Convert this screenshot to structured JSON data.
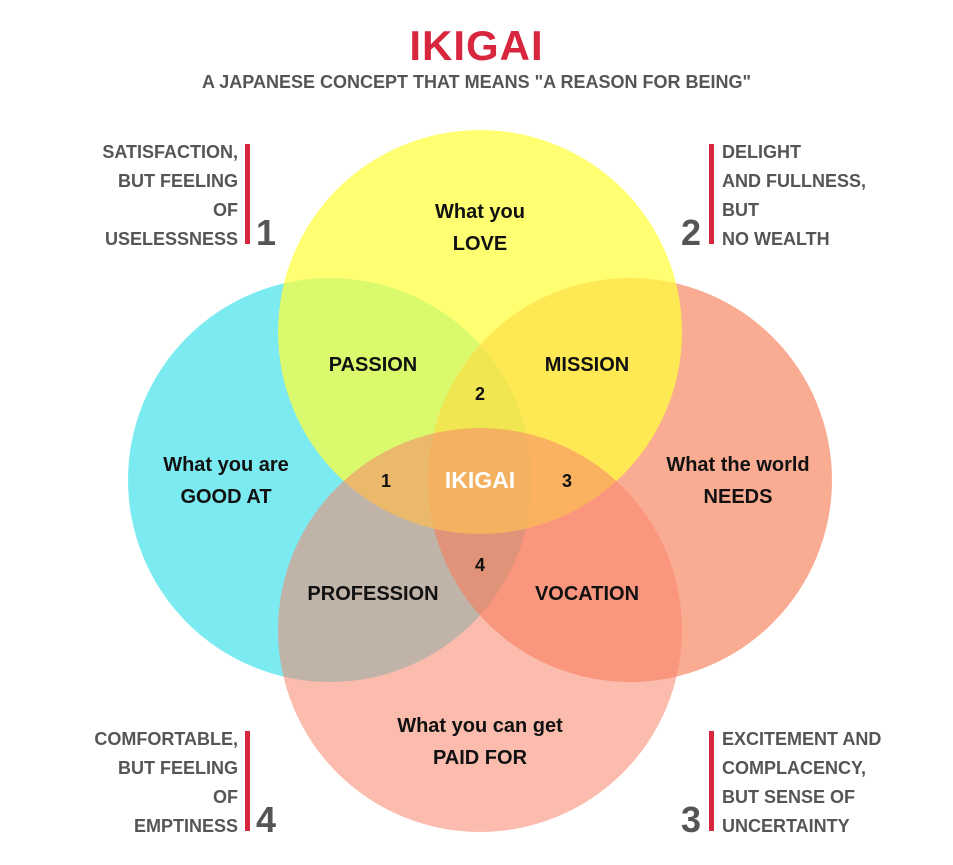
{
  "title": "IKIGAI",
  "subtitle": "A JAPANESE CONCEPT THAT MEANS \"A REASON FOR BEING\"",
  "colors": {
    "accent": "#d7263d",
    "love": "#ffff3a",
    "good_at": "#3ee0ea",
    "world_needs": "#f7744a",
    "paid_for": "#f7856b"
  },
  "circles": {
    "love": {
      "line1": "What you",
      "line2": "LOVE"
    },
    "good_at": {
      "line1": "What you are",
      "line2": "GOOD AT"
    },
    "world_needs": {
      "line1": "What the world",
      "line2": "NEEDS"
    },
    "paid_for": {
      "line1": "What you can get",
      "line2": "PAID FOR"
    }
  },
  "overlaps": {
    "passion": "PASSION",
    "mission": "MISSION",
    "profession": "PROFESSION",
    "vocation": "VOCATION",
    "center": "IKIGAI",
    "n1": "1",
    "n2": "2",
    "n3": "3",
    "n4": "4"
  },
  "corners": {
    "top_left": {
      "lines": [
        "SATISFACTION,",
        "BUT FEELING",
        "OF",
        "USELESSNESS"
      ],
      "number": "1"
    },
    "top_right": {
      "lines": [
        "DELIGHT",
        "AND FULLNESS,",
        "BUT",
        "NO WEALTH"
      ],
      "number": "2"
    },
    "bottom_left": {
      "lines": [
        "COMFORTABLE,",
        "BUT FEELING",
        "OF",
        "EMPTINESS"
      ],
      "number": "4"
    },
    "bottom_right": {
      "lines": [
        "EXCITEMENT AND",
        "COMPLACENCY,",
        "BUT SENSE OF",
        "UNCERTAINTY"
      ],
      "number": "3"
    }
  }
}
